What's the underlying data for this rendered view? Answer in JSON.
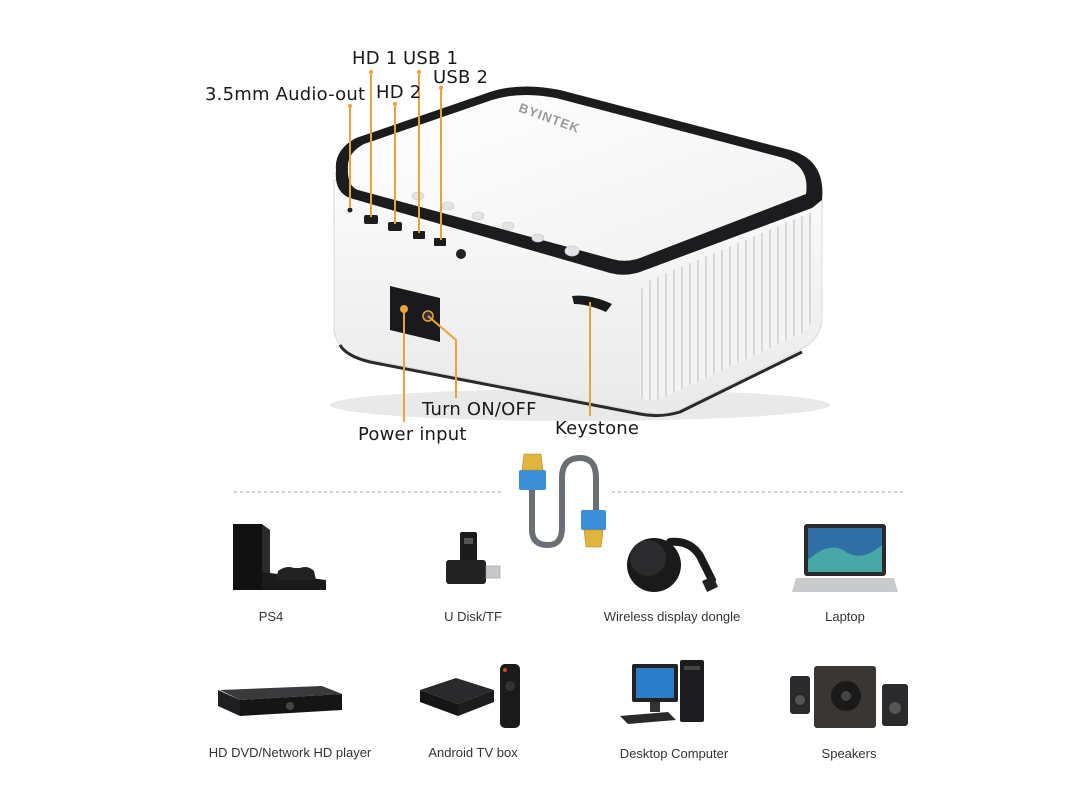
{
  "projector": {
    "brand": "BYINTEK",
    "callouts": {
      "audio_out": "3.5mm Audio-out",
      "hd1": "HD 1",
      "hd2": "HD 2",
      "usb1": "USB 1",
      "usb2": "USB 2",
      "power_input": "Power input",
      "turn_on_off": "Turn ON/OFF",
      "keystone": "Keystone"
    }
  },
  "devices": [
    {
      "label": "PS4",
      "icon": "ps4-console-icon"
    },
    {
      "label": "U Disk/TF",
      "icon": "usb-drive-icon"
    },
    {
      "label": "Wireless display dongle",
      "icon": "wireless-dongle-icon"
    },
    {
      "label": "Laptop",
      "icon": "laptop-icon"
    },
    {
      "label": "HD DVD/Network HD player",
      "icon": "dvd-player-icon"
    },
    {
      "label": "Android TV box",
      "icon": "tv-box-icon"
    },
    {
      "label": "Desktop Computer",
      "icon": "desktop-computer-icon"
    },
    {
      "label": "Speakers",
      "icon": "speakers-icon"
    }
  ],
  "colors": {
    "callout_line": "#e8a33a",
    "hdmi_blue": "#3b8fd9",
    "hdmi_gold": "#e0b53c",
    "cable_gray": "#6b6f73"
  }
}
